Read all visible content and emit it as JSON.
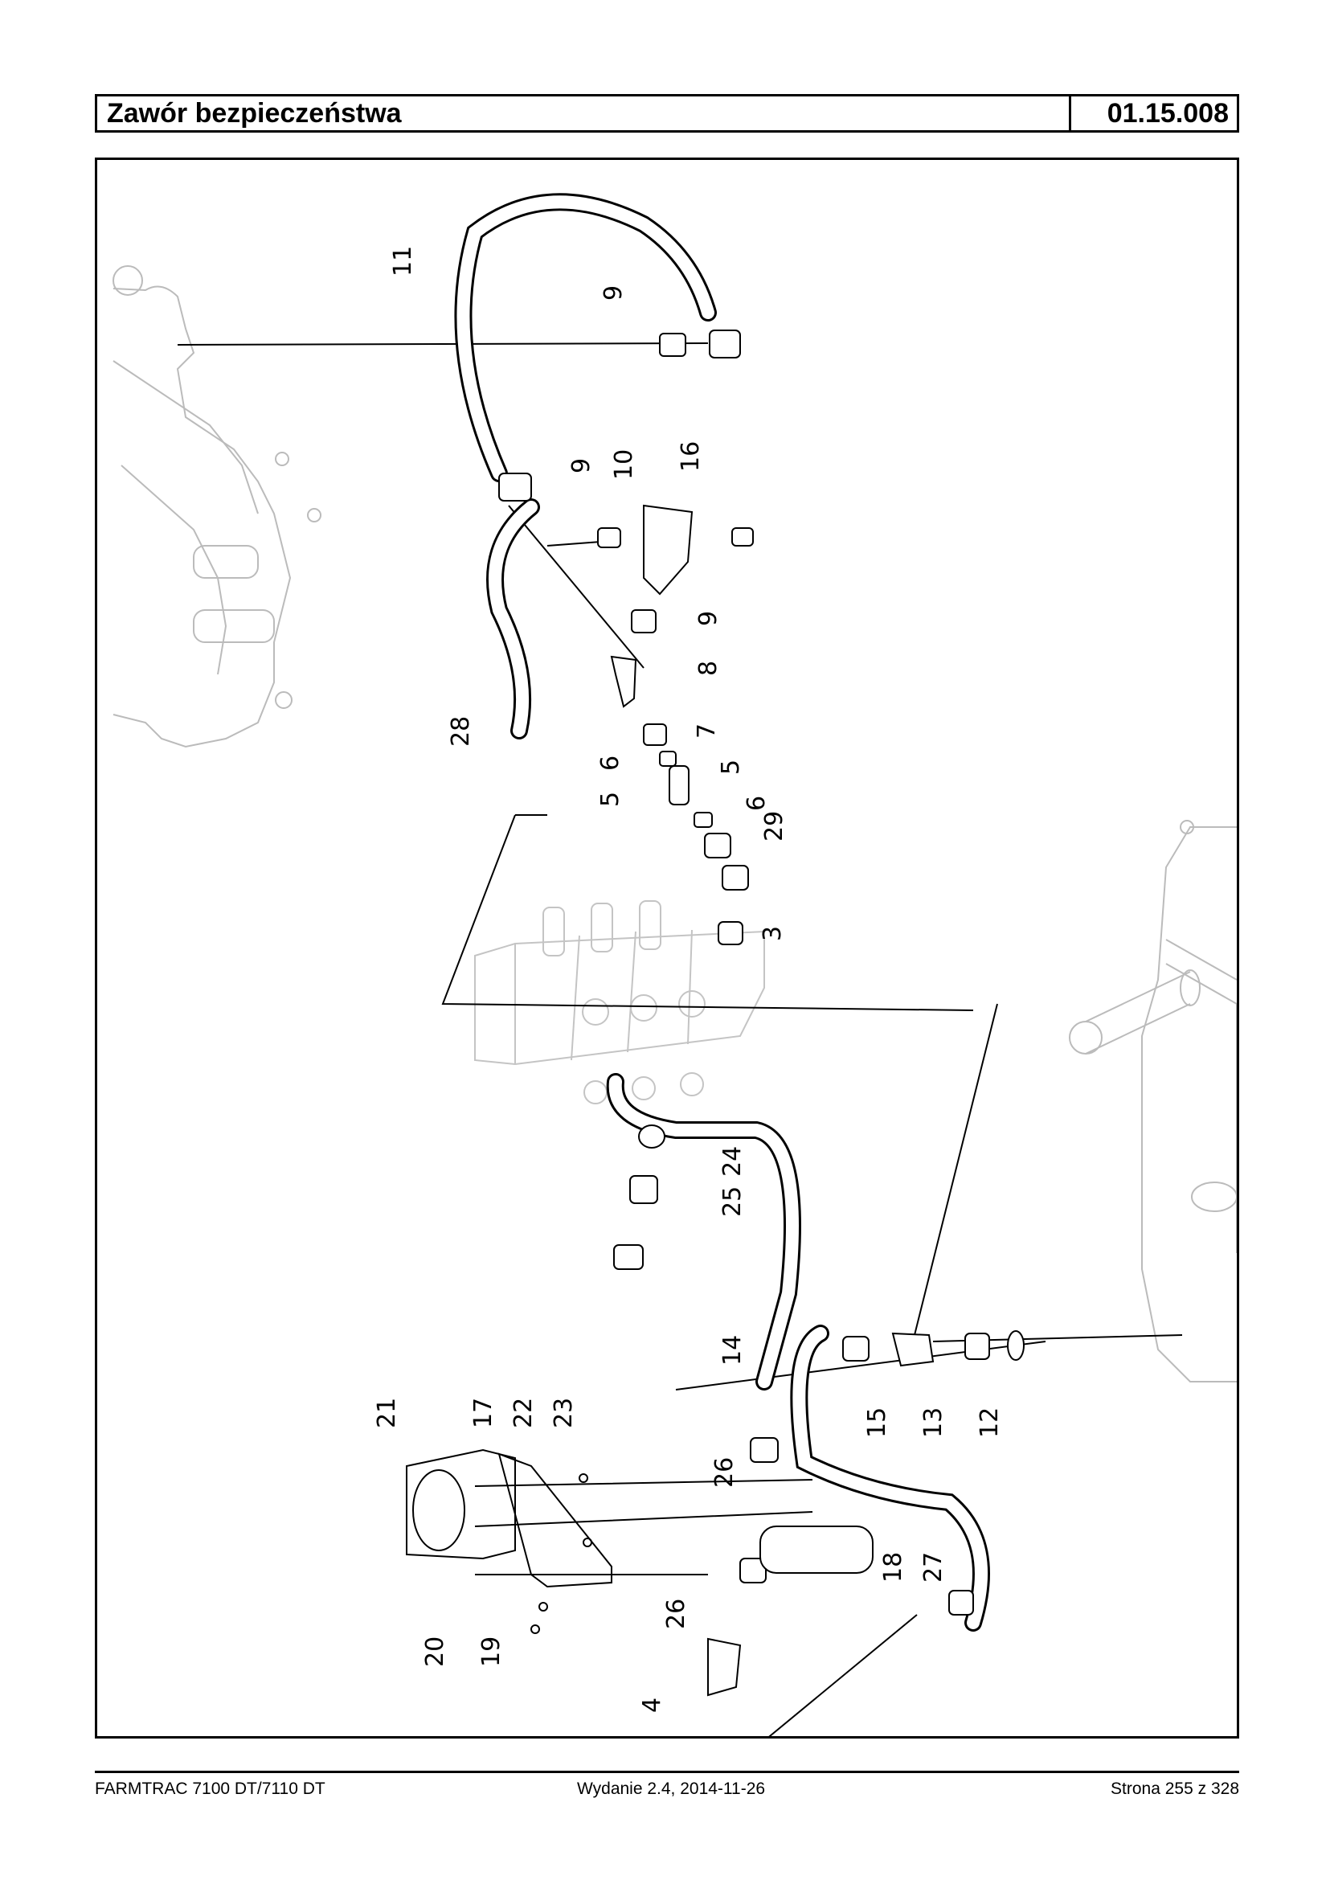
{
  "header": {
    "title": "Zawór bezpieczeństwa",
    "code": "01.15.008"
  },
  "footer": {
    "model": "FARMTRAC 7100 DT/7110 DT",
    "edition": "Wydanie 2.4,  2014-11-26",
    "page": "Strona 255 z 328"
  },
  "callouts": [
    "11",
    "9",
    "9",
    "10",
    "16",
    "9",
    "8",
    "28",
    "7",
    "6",
    "5",
    "5",
    "6",
    "29",
    "3",
    "24",
    "25",
    "14",
    "21",
    "17",
    "22",
    "23",
    "15",
    "13",
    "12",
    "26",
    "18",
    "27",
    "26",
    "20",
    "19",
    "4"
  ]
}
